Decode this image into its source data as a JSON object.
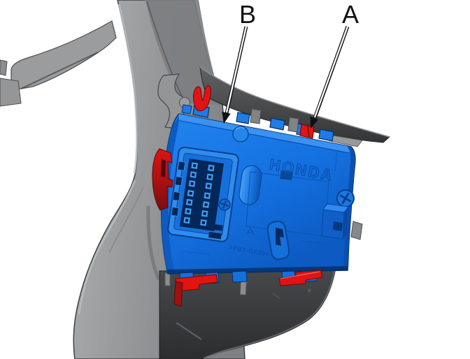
{
  "callouts": {
    "a": "A",
    "b": "B"
  },
  "module": {
    "brand": "HONDA",
    "material": ">PBT-GF30<"
  },
  "colors": {
    "background": "#ffffff",
    "module_blue": "#1573e2",
    "module_blue_light": "#3e95f2",
    "module_blue_dark": "#0a4fae",
    "recess_navy": "#04275a",
    "clip_red": "#e11414",
    "clip_red_dark": "#8c0f0f",
    "pillar_gray": "#939597",
    "pillar_gray_light": "#c2c4c6",
    "pillar_gray_dark": "#7b7d80",
    "trim_dark": "#3a3c3e",
    "outline_ink": "#1a1a1a",
    "label_ink": "#111111"
  }
}
